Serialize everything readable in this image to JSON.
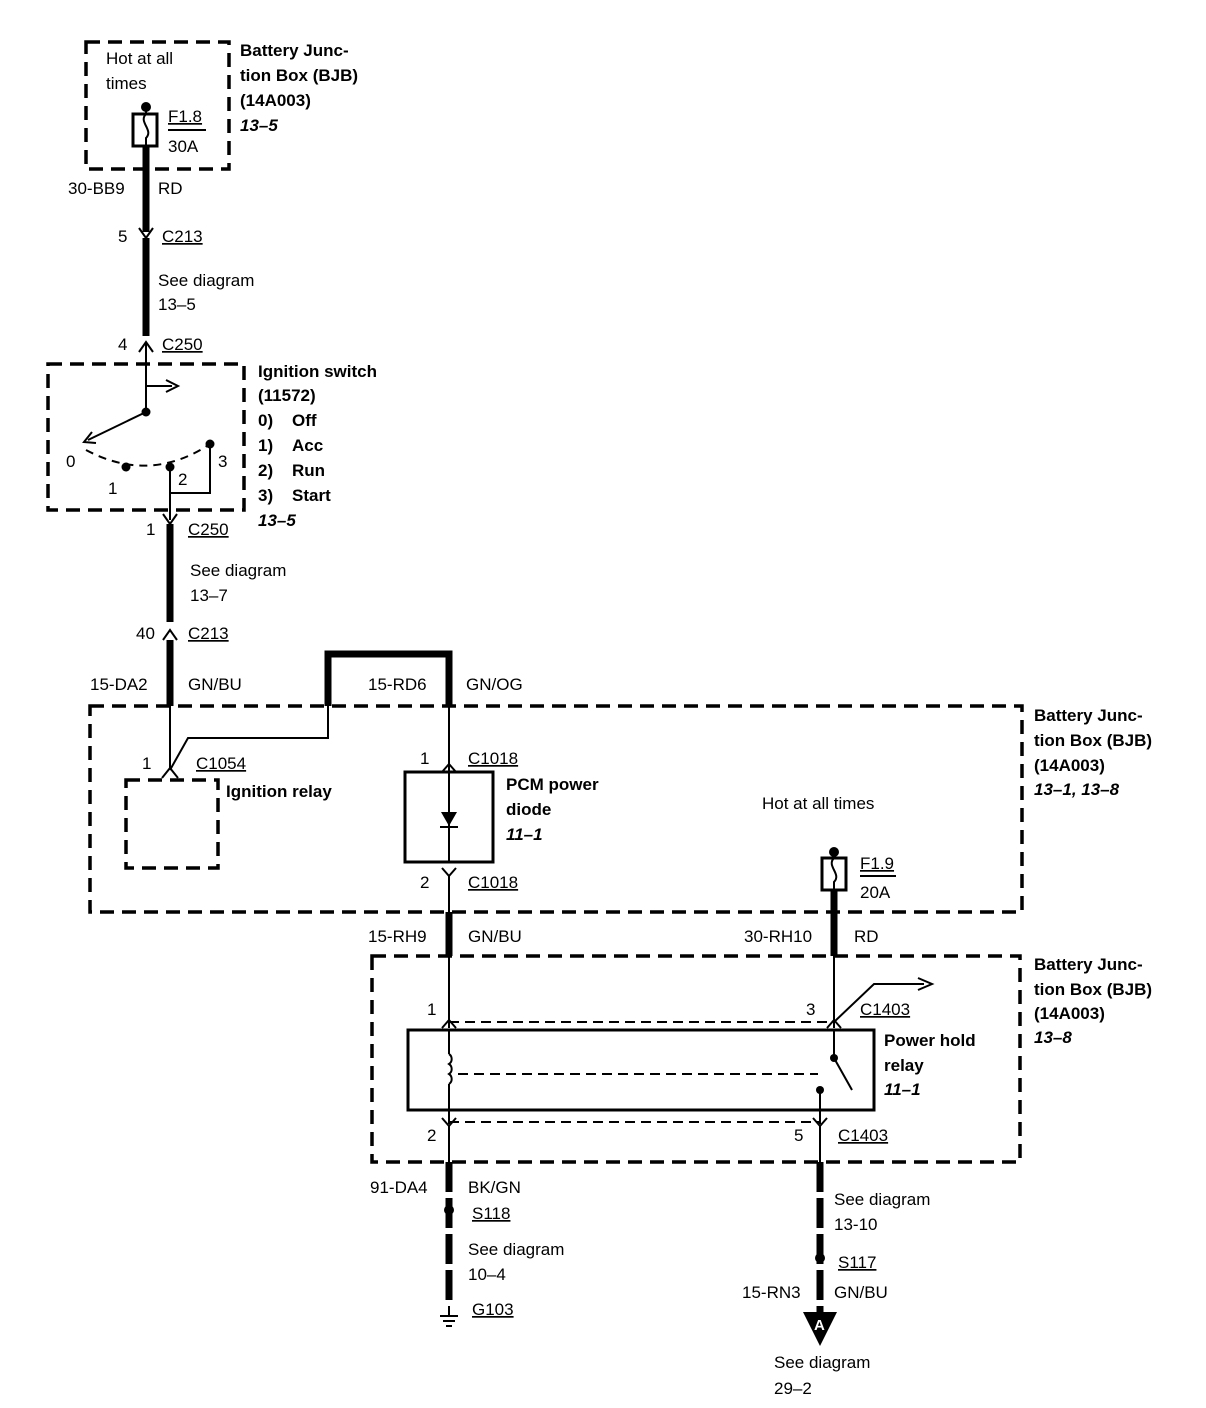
{
  "bjb_top": {
    "note": [
      "Hot at all",
      "times"
    ],
    "title": [
      "Battery Junc-",
      "tion Box (BJB)",
      "(14A003)"
    ],
    "ref": "13–5",
    "fuse_id": "F1.8",
    "fuse_rating": "30A"
  },
  "wire_bb9": {
    "circuit": "30-BB9",
    "color": "RD"
  },
  "c213_top": {
    "pin": "5",
    "connector": "C213"
  },
  "see_13_5": [
    "See diagram",
    "13–5"
  ],
  "c250_top": {
    "pin": "4",
    "connector": "C250"
  },
  "ignition": {
    "title": [
      "Ignition switch",
      "(11572)"
    ],
    "positions": [
      {
        "num": "0)",
        "label": "Off"
      },
      {
        "num": "1)",
        "label": "Acc"
      },
      {
        "num": "2)",
        "label": "Run"
      },
      {
        "num": "3)",
        "label": "Start"
      }
    ],
    "ref": "13–5",
    "contact_labels": [
      "0",
      "1",
      "2",
      "3"
    ]
  },
  "c250_bottom": {
    "pin": "1",
    "connector": "C250"
  },
  "see_13_7": [
    "See diagram",
    "13–7"
  ],
  "c213_bottom": {
    "pin": "40",
    "connector": "C213"
  },
  "wire_da2": {
    "circuit": "15-DA2",
    "color": "GN/BU"
  },
  "wire_rd6": {
    "circuit": "15-RD6",
    "color": "GN/OG"
  },
  "bjb_mid": {
    "title": [
      "Battery Junc-",
      "tion Box (BJB)",
      "(14A003)"
    ],
    "ref": "13–1, 13–8",
    "hot_note": "Hot at all times"
  },
  "ignition_relay": {
    "pin": "1",
    "connector": "C1054",
    "label": "Ignition relay"
  },
  "pcm_diode": {
    "label": [
      "PCM power",
      "diode"
    ],
    "ref": "11–1",
    "pin_top": "1",
    "connector_top": "C1018",
    "pin_bottom": "2",
    "connector_bottom": "C1018"
  },
  "fuse_f19": {
    "id": "F1.9",
    "rating": "20A"
  },
  "wire_rh9": {
    "circuit": "15-RH9",
    "color": "GN/BU"
  },
  "wire_rh10": {
    "circuit": "30-RH10",
    "color": "RD"
  },
  "bjb_bottom": {
    "title": [
      "Battery Junc-",
      "tion Box (BJB)",
      "(14A003)"
    ],
    "ref": "13–8"
  },
  "power_hold": {
    "label": [
      "Power hold",
      "relay"
    ],
    "ref": "11–1",
    "pin1": "1",
    "pin2": "2",
    "pin3": "3",
    "pin5": "5",
    "connector_top": "C1403",
    "connector_bottom": "C1403"
  },
  "wire_da4": {
    "circuit": "91-DA4",
    "color": "BK/GN"
  },
  "splice_s118": "S118",
  "see_10_4": [
    "See diagram",
    "10–4"
  ],
  "ground_g103": "G103",
  "see_13_10": [
    "See diagram",
    "13-10"
  ],
  "splice_s117": "S117",
  "wire_rn3": {
    "circuit": "15-RN3",
    "color": "GN/BU"
  },
  "connector_a": "A",
  "see_29_2": [
    "See diagram",
    "29–2"
  ]
}
